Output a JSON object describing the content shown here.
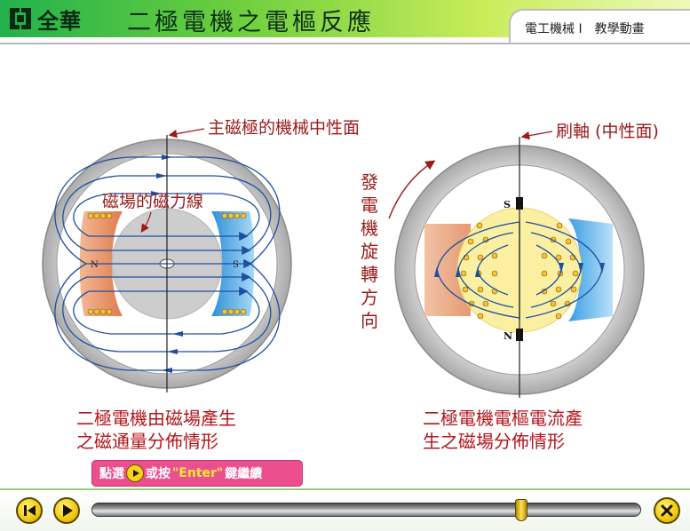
{
  "header": {
    "logo_text": "全華",
    "title": "二極電機之電樞反應",
    "course": "電工機械 I　教學動畫"
  },
  "diagram": {
    "left": {
      "annotation_neutral_plane": "主磁極的機械中性面",
      "annotation_flux_lines": "磁場的磁力線",
      "pole_north": "N",
      "pole_south": "S",
      "caption_line1": "二極電機由磁場產生",
      "caption_line2": "之磁通量分佈情形"
    },
    "right": {
      "annotation_brush_axis": "刷軸 (中性面)",
      "rotation_direction_chars": [
        "發",
        "電",
        "機",
        "旋",
        "轉",
        "方",
        "向"
      ],
      "brush_top": "S",
      "brush_bottom": "N",
      "caption_line1": "二極電機電樞電流產",
      "caption_line2": "生之磁場分佈情形"
    }
  },
  "hint": {
    "prefix": "點選",
    "middle": "或按",
    "key": "\"Enter\"",
    "suffix": "鍵繼續"
  },
  "colors": {
    "header_green": "#22b14c",
    "flux_blue": "#1f4fa0",
    "pole_north": "#e8956a",
    "pole_south": "#4aa8e6",
    "caption_red": "#b3141b",
    "hint_pink": "#ec4f8e",
    "control_yellow": "#f2c80d"
  },
  "controls": {
    "prev_icon": "skip-back-icon",
    "play_icon": "play-icon",
    "close_icon": "close-icon",
    "progress": 0.79
  }
}
